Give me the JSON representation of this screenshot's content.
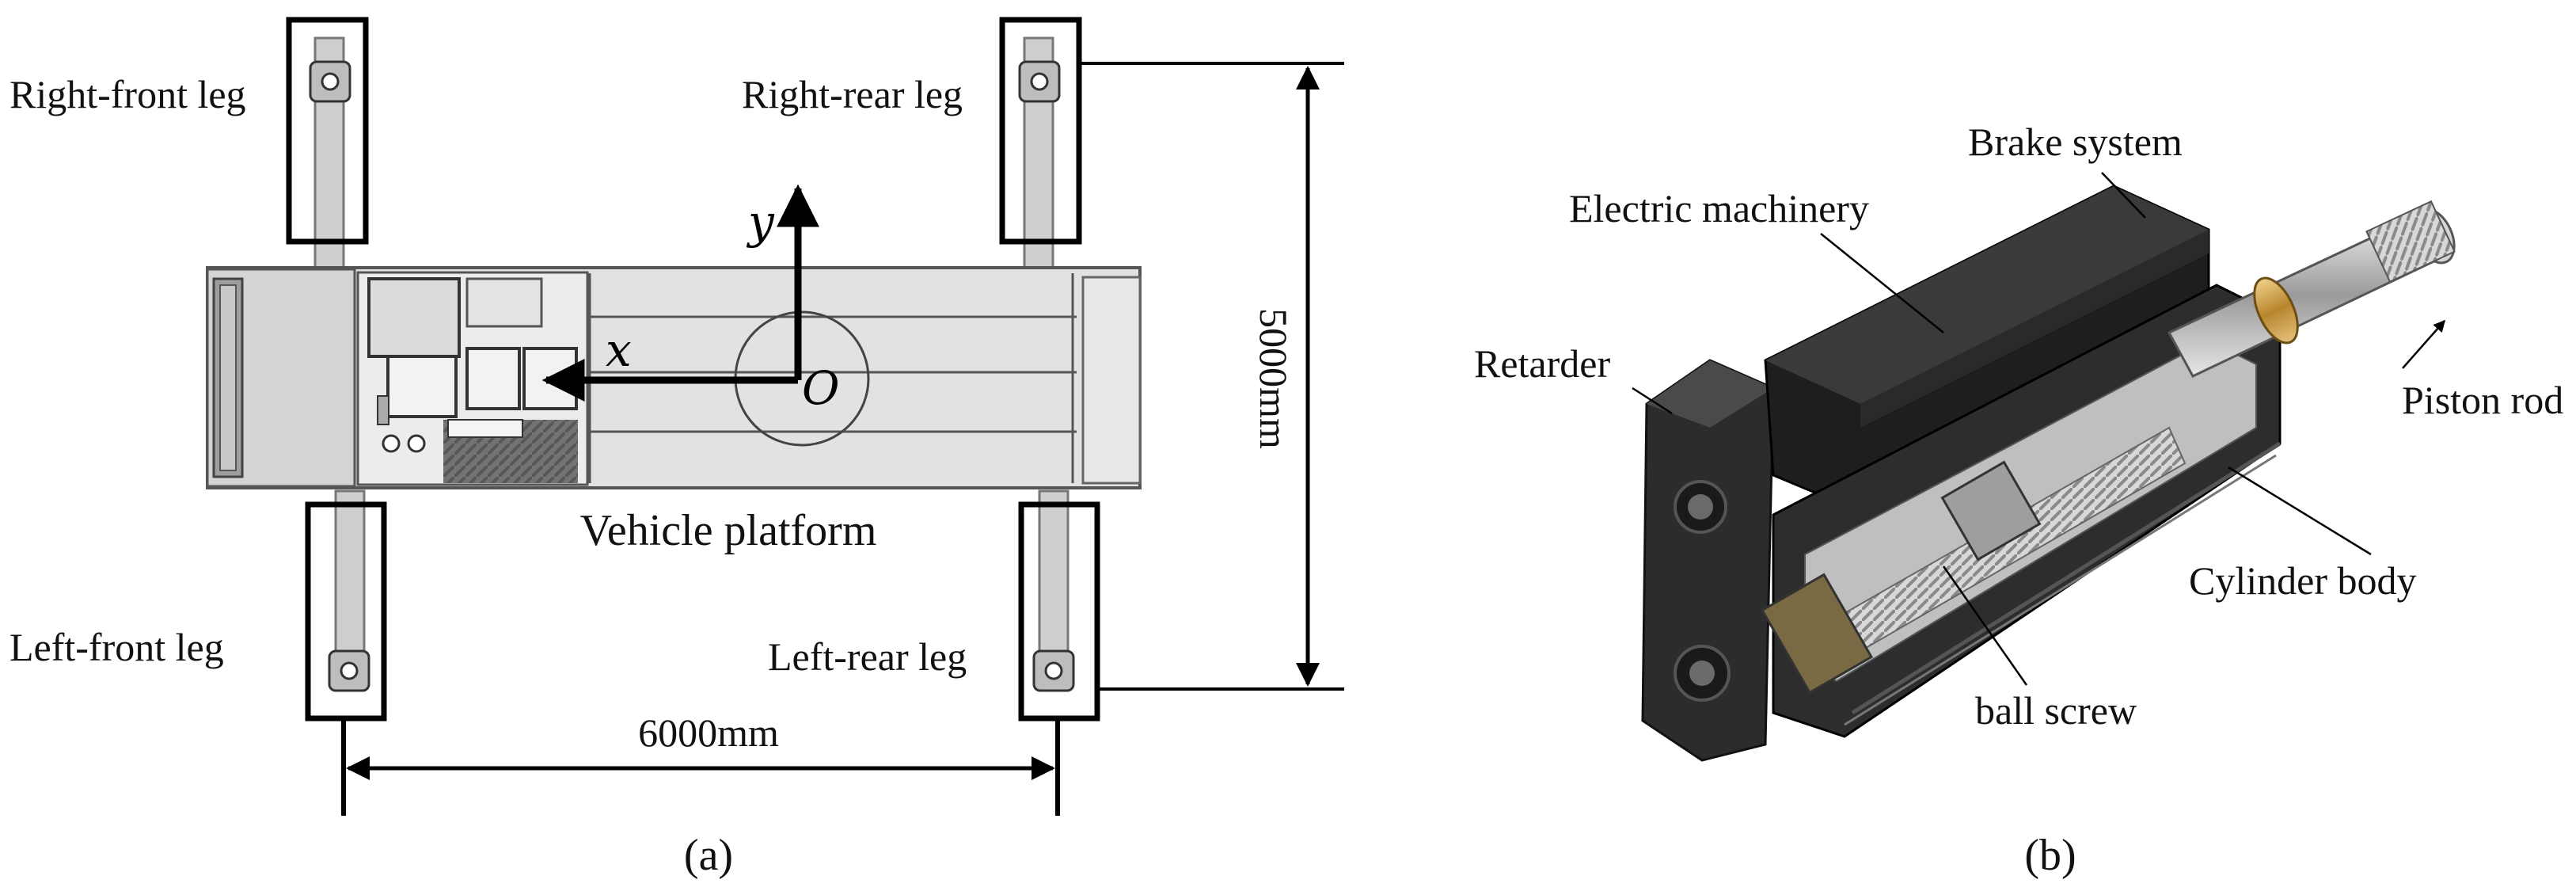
{
  "panel_a": {
    "legs": {
      "right_front": "Right-front leg",
      "right_rear": "Right-rear leg",
      "left_front": "Left-front leg",
      "left_rear": "Left-rear leg"
    },
    "platform_label": "Vehicle platform",
    "axes": {
      "x": "x",
      "y": "y",
      "origin": "O"
    },
    "dimensions": {
      "width": "6000mm",
      "height": "5000mm"
    },
    "caption": "(a)"
  },
  "panel_b": {
    "parts": {
      "brake": "Brake system",
      "motor": "Electric machinery",
      "retarder": "Retarder",
      "piston": "Piston rod",
      "cylinder": "Cylinder body",
      "screw": "ball screw"
    },
    "caption": "(b)"
  }
}
